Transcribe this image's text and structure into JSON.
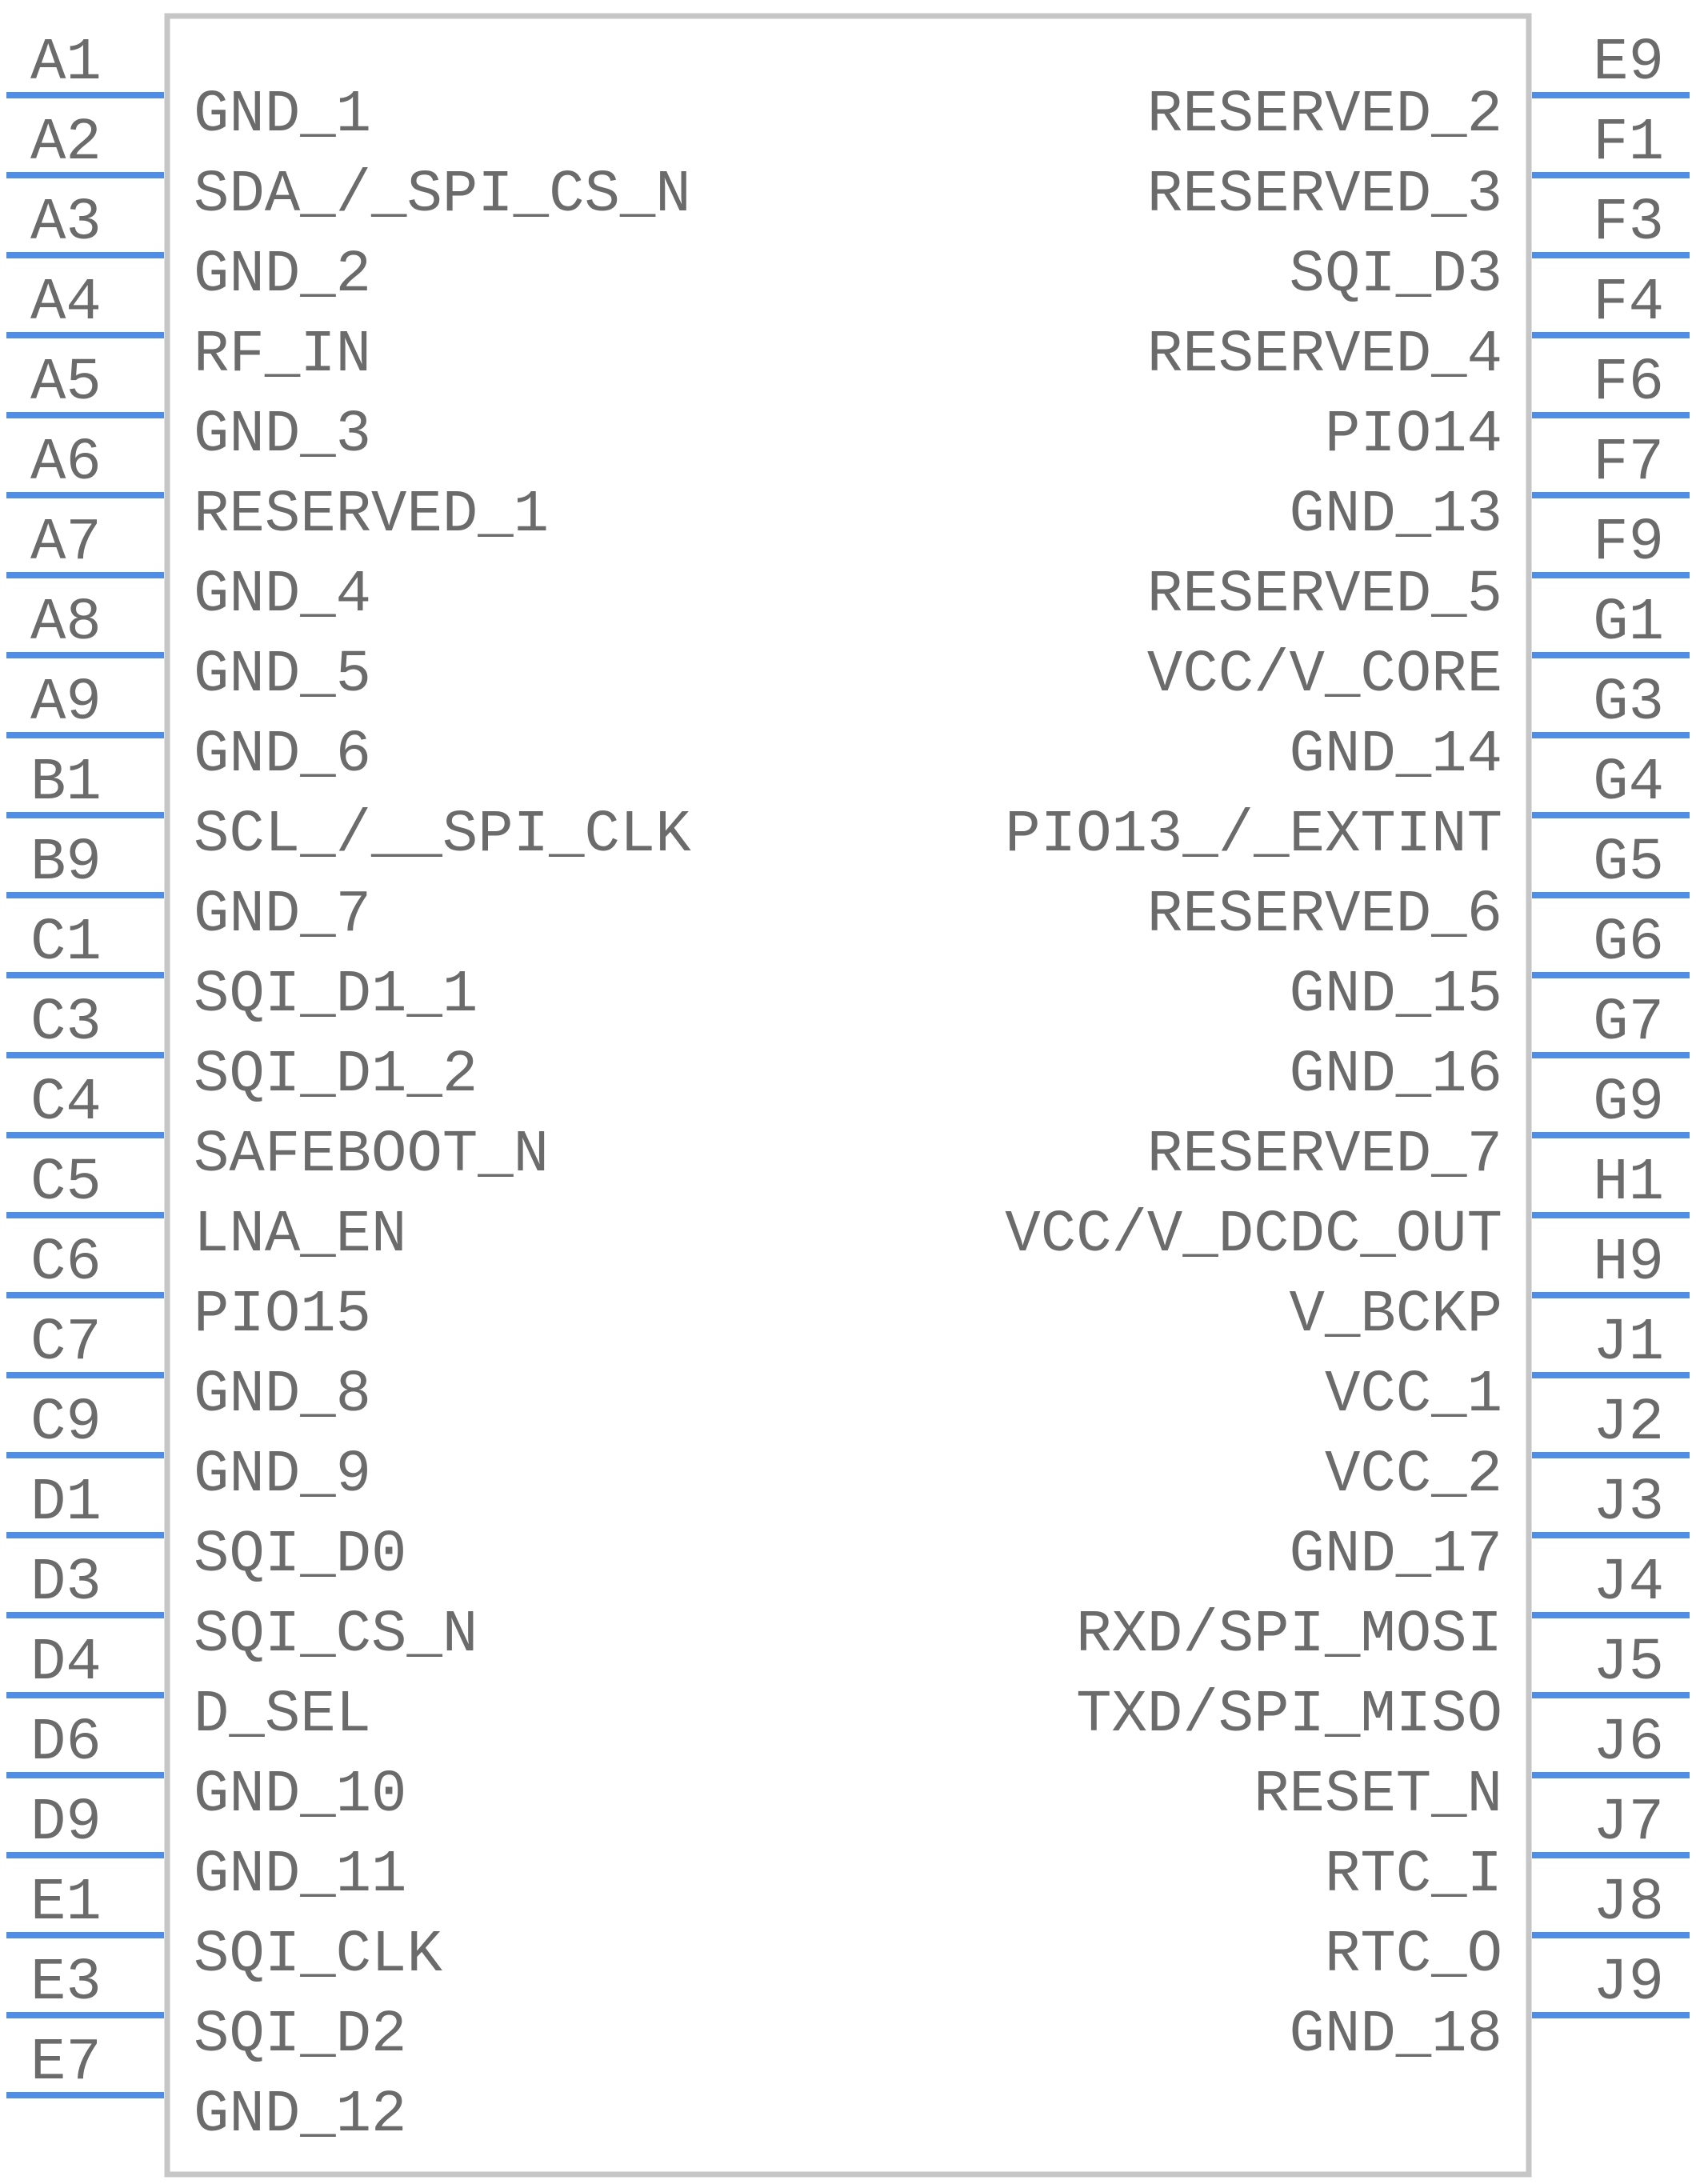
{
  "component": {
    "left_pins": [
      {
        "number": "A1",
        "name": "GND_1"
      },
      {
        "number": "A2",
        "name": "SDA_/_SPI_CS_N"
      },
      {
        "number": "A3",
        "name": "GND_2"
      },
      {
        "number": "A4",
        "name": "RF_IN"
      },
      {
        "number": "A5",
        "name": "GND_3"
      },
      {
        "number": "A6",
        "name": "RESERVED_1"
      },
      {
        "number": "A7",
        "name": "GND_4"
      },
      {
        "number": "A8",
        "name": "GND_5"
      },
      {
        "number": "A9",
        "name": "GND_6"
      },
      {
        "number": "B1",
        "name": "SCL_/__SPI_CLK"
      },
      {
        "number": "B9",
        "name": "GND_7"
      },
      {
        "number": "C1",
        "name": "SQI_D1_1"
      },
      {
        "number": "C3",
        "name": "SQI_D1_2"
      },
      {
        "number": "C4",
        "name": "SAFEBOOT_N"
      },
      {
        "number": "C5",
        "name": "LNA_EN"
      },
      {
        "number": "C6",
        "name": "PIO15"
      },
      {
        "number": "C7",
        "name": "GND_8"
      },
      {
        "number": "C9",
        "name": "GND_9"
      },
      {
        "number": "D1",
        "name": "SQI_D0"
      },
      {
        "number": "D3",
        "name": "SQI_CS_N"
      },
      {
        "number": "D4",
        "name": "D_SEL"
      },
      {
        "number": "D6",
        "name": "GND_10"
      },
      {
        "number": "D9",
        "name": "GND_11"
      },
      {
        "number": "E1",
        "name": "SQI_CLK"
      },
      {
        "number": "E3",
        "name": "SQI_D2"
      },
      {
        "number": "E7",
        "name": "GND_12"
      }
    ],
    "right_pins": [
      {
        "number": "E9",
        "name": "RESERVED_2"
      },
      {
        "number": "F1",
        "name": "RESERVED_3"
      },
      {
        "number": "F3",
        "name": "SQI_D3"
      },
      {
        "number": "F4",
        "name": "RESERVED_4"
      },
      {
        "number": "F6",
        "name": "PIO14"
      },
      {
        "number": "F7",
        "name": "GND_13"
      },
      {
        "number": "F9",
        "name": "RESERVED_5"
      },
      {
        "number": "G1",
        "name": "VCC/V_CORE"
      },
      {
        "number": "G3",
        "name": "GND_14"
      },
      {
        "number": "G4",
        "name": "PIO13_/_EXTINT"
      },
      {
        "number": "G5",
        "name": "RESERVED_6"
      },
      {
        "number": "G6",
        "name": "GND_15"
      },
      {
        "number": "G7",
        "name": "GND_16"
      },
      {
        "number": "G9",
        "name": "RESERVED_7"
      },
      {
        "number": "H1",
        "name": "VCC/V_DCDC_OUT"
      },
      {
        "number": "H9",
        "name": "V_BCKP"
      },
      {
        "number": "J1",
        "name": "VCC_1"
      },
      {
        "number": "J2",
        "name": "VCC_2"
      },
      {
        "number": "J3",
        "name": "GND_17"
      },
      {
        "number": "J4",
        "name": "RXD/SPI_MOSI"
      },
      {
        "number": "J5",
        "name": "TXD/SPI_MISO"
      },
      {
        "number": "J6",
        "name": "RESET_N"
      },
      {
        "number": "J7",
        "name": "RTC_I"
      },
      {
        "number": "J8",
        "name": "RTC_O"
      },
      {
        "number": "J9",
        "name": "GND_18"
      }
    ]
  },
  "colors": {
    "pin_line": "#4f8ee6",
    "text": "#6b6b6b",
    "body_outline": "#c6c6c6"
  }
}
